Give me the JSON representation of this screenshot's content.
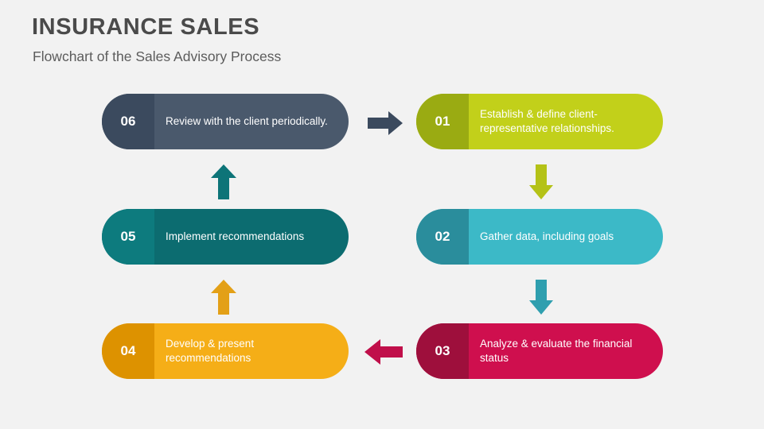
{
  "slide": {
    "title": "INSURANCE SALES",
    "subtitle": "Flowchart of the Sales Advisory Process",
    "background": "#f2f2f2",
    "title_color": "#4a4a4a"
  },
  "steps": [
    {
      "number": "01",
      "text": "Establish & define client-representative relationships.",
      "num_bg": "#9aab12",
      "body_bg": "#c2d01a",
      "position": "top-right"
    },
    {
      "number": "02",
      "text": "Gather data, including goals",
      "num_bg": "#2a8d9c",
      "body_bg": "#3cb9c7",
      "position": "middle-right"
    },
    {
      "number": "03",
      "text": "Analyze & evaluate the financial status",
      "num_bg": "#9e0f3c",
      "body_bg": "#cf0f4e",
      "position": "bottom-right"
    },
    {
      "number": "04",
      "text": "Develop & present recommendations",
      "num_bg": "#dd9200",
      "body_bg": "#f5ae17",
      "position": "bottom-left"
    },
    {
      "number": "05",
      "text": "Implement recommendations",
      "num_bg": "#0d7b7e",
      "body_bg": "#0c6c70",
      "position": "middle-left"
    },
    {
      "number": "06",
      "text": "Review with the client periodically.",
      "num_bg": "#3b4a5e",
      "body_bg": "#4a596c",
      "position": "top-left"
    }
  ],
  "connectors": [
    {
      "name": "arrow-06-to-01",
      "direction": "right",
      "color": "#3b4a5e"
    },
    {
      "name": "arrow-01-to-02",
      "direction": "down",
      "color": "#b4c217"
    },
    {
      "name": "arrow-02-to-03",
      "direction": "down",
      "color": "#2f9faf"
    },
    {
      "name": "arrow-03-to-04",
      "direction": "left",
      "color": "#c00f4a"
    },
    {
      "name": "arrow-04-to-05",
      "direction": "up",
      "color": "#e3a017"
    },
    {
      "name": "arrow-05-to-06",
      "direction": "up",
      "color": "#0d7478"
    }
  ]
}
